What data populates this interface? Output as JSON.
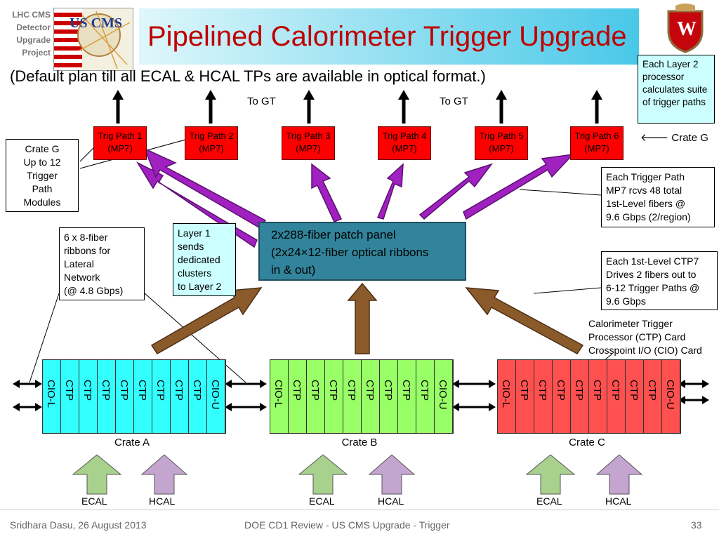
{
  "header": {
    "side_label": [
      "LHC CMS",
      "Detector",
      "Upgrade",
      "Project"
    ],
    "logo_text": "US CMS",
    "title": "Pipelined Calorimeter Trigger Upgrade",
    "crest_letter": "W"
  },
  "subtitle": "(Default plan till all ECAL & HCAL TPs are available in optical format.)",
  "to_gt": [
    "To GT",
    "To GT"
  ],
  "trig_paths": [
    {
      "name": "Trig Path 1",
      "sub": "(MP7)"
    },
    {
      "name": "Trig Path 2",
      "sub": "(MP7)"
    },
    {
      "name": "Trig Path 3",
      "sub": "(MP7)"
    },
    {
      "name": "Trig Path 4",
      "sub": "(MP7)"
    },
    {
      "name": "Trig Path 5",
      "sub": "(MP7)"
    },
    {
      "name": "Trig Path 6",
      "sub": "(MP7)"
    }
  ],
  "notes": {
    "layer2": "Each Layer 2 processor calculates suite of trigger paths",
    "crate_g_arrow": "🡐 Crate G",
    "crate_g_box": [
      "Crate G",
      "Up to 12",
      "Trigger",
      "Path",
      "Modules"
    ],
    "trigger_path": [
      "Each Trigger Path",
      "MP7 rcvs 48 total",
      "1st-Level fibers @",
      "9.6 Gbps (2/region)"
    ],
    "fiber_ribbons": [
      "6 x 8-fiber",
      "ribbons for",
      "Lateral",
      "Network",
      "(@ 4.8 Gbps)"
    ],
    "layer1": [
      "Layer 1",
      "sends",
      "dedicated",
      "clusters",
      "to Layer 2"
    ],
    "ctp7": [
      "Each 1st-Level CTP7",
      "Drives 2 fibers out to",
      "6-12 Trigger Paths @",
      "9.6 Gbps"
    ],
    "card_legend": [
      "Calorimeter Trigger",
      "Processor (CTP) Card",
      "Crosspoint I/O (CIO) Card"
    ]
  },
  "patch_panel": [
    "2x288-fiber patch panel",
    "(2x24×12-fiber optical ribbons",
    "in & out)"
  ],
  "crates": [
    {
      "name": "Crate A",
      "color": "#33ffff",
      "slots": [
        "CIO-L",
        "CTP",
        "CTP",
        "CTP",
        "CTP",
        "CTP",
        "CTP",
        "CTP",
        "CTP",
        "CIO-U"
      ]
    },
    {
      "name": "Crate B",
      "color": "#99ff66",
      "slots": [
        "CIO-L",
        "CTP",
        "CTP",
        "CTP",
        "CTP",
        "CTP",
        "CTP",
        "CTP",
        "CTP",
        "CIO-U"
      ]
    },
    {
      "name": "Crate C",
      "color": "#ff5050",
      "slots": [
        "CIO-L",
        "CTP",
        "CTP",
        "CTP",
        "CTP",
        "CTP",
        "CTP",
        "CTP",
        "CTP",
        "CIO-U"
      ]
    }
  ],
  "inputs": [
    {
      "ecal": "ECAL",
      "hcal": "HCAL"
    },
    {
      "ecal": "ECAL",
      "hcal": "HCAL"
    },
    {
      "ecal": "ECAL",
      "hcal": "HCAL"
    }
  ],
  "colors": {
    "purple_arrow": "#a020c0",
    "brown_arrow": "#8b5a2b",
    "ecal_arrow": "#a9d18e",
    "hcal_arrow": "#c3a5d0"
  },
  "footer": {
    "left": "Sridhara Dasu, 26 August 2013",
    "center": "DOE CD1 Review - US CMS Upgrade - Trigger",
    "page": "33"
  }
}
